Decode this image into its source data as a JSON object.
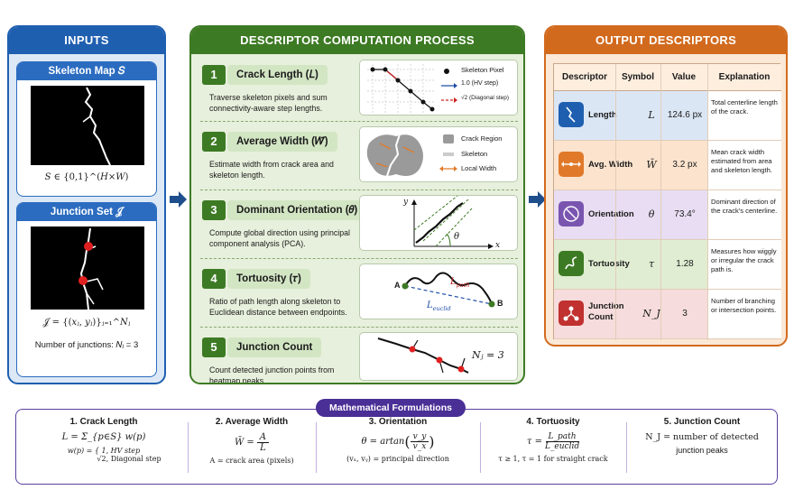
{
  "inputs": {
    "title": "INPUTS",
    "skeleton_map": {
      "title": "Skeleton Map 𝑆",
      "caption": "𝑆 ∈ {0,1}^(𝐻×𝑊)"
    },
    "junction_set": {
      "title": "Junction Set 𝒥",
      "caption": "𝒥 = {(𝑥ⱼ, 𝑦ⱼ)}ⱼ₌₁^𝑁ⱼ",
      "count": "Number of junctions: 𝑁ⱼ = 3"
    }
  },
  "process": {
    "title": "DESCRIPTOR COMPUTATION PROCESS",
    "steps": [
      {
        "num": "1",
        "title": "Crack Length (𝐿)",
        "desc": "Traverse skeleton pixels and sum connectivity-aware step lengths.",
        "legend": [
          "Skeleton Pixel",
          "1.0 (HV step)",
          "√2 (Diagonal step)"
        ]
      },
      {
        "num": "2",
        "title": "Average Width (𝑊̄)",
        "desc": "Estimate width from crack area and skeleton length.",
        "legend": [
          "Crack Region",
          "Skeleton",
          "Local Width"
        ]
      },
      {
        "num": "3",
        "title": "Dominant Orientation (𝜃)",
        "desc": "Compute global direction using principal component analysis (PCA).",
        "axis": {
          "x": "x",
          "y": "y",
          "theta": "θ"
        }
      },
      {
        "num": "4",
        "title": "Tortuosity (𝜏)",
        "desc": "Ratio of path length along skeleton to Euclidean distance between endpoints.",
        "labels": {
          "a": "A",
          "b": "B",
          "path": "L",
          "path_sub": "path",
          "euclid": "L",
          "euclid_sub": "euclid"
        }
      },
      {
        "num": "5",
        "title": "Junction Count",
        "desc": "Count detected junction points from heatmap peaks.",
        "result": "𝑁ⱼ = 3"
      }
    ]
  },
  "output": {
    "title": "OUTPUT DESCRIPTORS",
    "headers": [
      "Descriptor",
      "Symbol",
      "Value",
      "Explanation"
    ],
    "rows": [
      {
        "name": "Length",
        "symbol": "L",
        "value": "124.6 px",
        "explanation": "Total centerline length of the crack.",
        "color": "#dbe6f5",
        "icon_color": "#1f5fb0",
        "icon": "crack-line-icon"
      },
      {
        "name": "Avg. Width",
        "symbol": "W̄",
        "value": "3.2 px",
        "explanation": "Mean crack width estimated from area and skeleton length.",
        "color": "#fbe3cd",
        "icon_color": "#e07a2a",
        "icon": "width-arrows-icon"
      },
      {
        "name": "Orientation",
        "symbol": "θ",
        "value": "73.4°",
        "explanation": "Dominant direction of the crack's centerline.",
        "color": "#e8ddf2",
        "icon_color": "#7a55b0",
        "icon": "compass-icon"
      },
      {
        "name": "Tortuosity",
        "symbol": "τ",
        "value": "1.28",
        "explanation": "Measures how wiggly or irregular the crack path is.",
        "color": "#e0edd2",
        "icon_color": "#3d7a24",
        "icon": "wiggle-icon"
      },
      {
        "name": "Junction Count",
        "symbol": "N_J",
        "value": "3",
        "explanation": "Number of branching or intersection points.",
        "color": "#f6dcdc",
        "icon_color": "#c0312f",
        "icon": "branch-icon"
      }
    ]
  },
  "formulas": {
    "title": "Mathematical Formulations",
    "cols": [
      {
        "title": "1. Crack Length",
        "math": "L = Σ_{p∈S} w(p)",
        "note1": "w(p) = { 1,   HV step",
        "note2": "√2,  Diagonal step"
      },
      {
        "title": "2. Average Width",
        "math_lhs": "W̄ = ",
        "math_num": "A",
        "math_den": "L",
        "note": "A = crack area (pixels)"
      },
      {
        "title": "3. Orientation",
        "math_lhs": "θ = artan ",
        "math_num": "v_y",
        "math_den": "v_x",
        "note": "(vₓ, vᵧ) = principal direction"
      },
      {
        "title": "4. Tortuosity",
        "math_lhs": "τ = ",
        "math_num": "L_path",
        "math_den": "L_euclid",
        "note": "τ ≥ 1,  τ = 1 for straight crack"
      },
      {
        "title": "5. Junction Count",
        "math": "N_J = number of detected",
        "note": "junction peaks"
      }
    ]
  }
}
